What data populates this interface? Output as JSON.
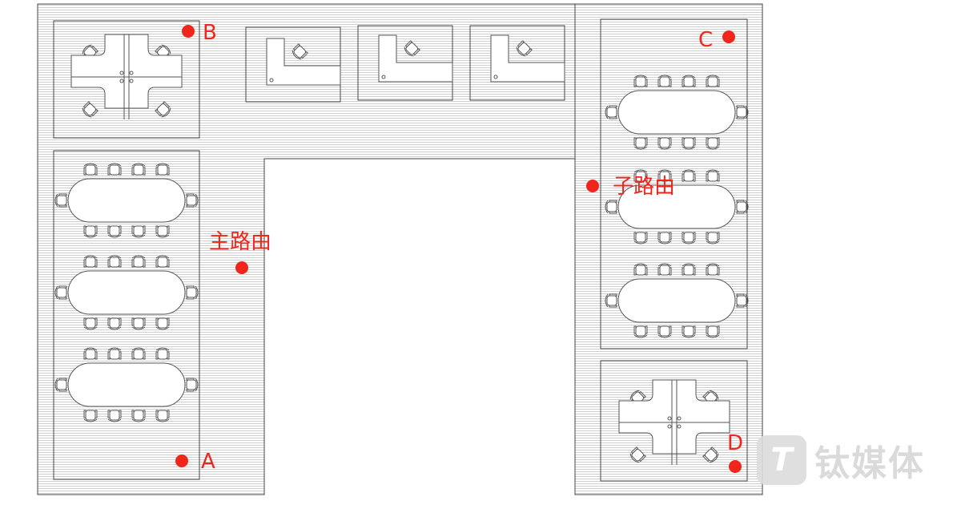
{
  "labels": {
    "A": "A",
    "B": "B",
    "C": "C",
    "D": "D",
    "main_router": "主路由",
    "sub_router": "子路由"
  },
  "watermark": {
    "logo": "T",
    "text": "钛媒体"
  },
  "colors": {
    "marker": "#f0251b",
    "line": "#444444",
    "hatch": "#c8c8c8"
  }
}
